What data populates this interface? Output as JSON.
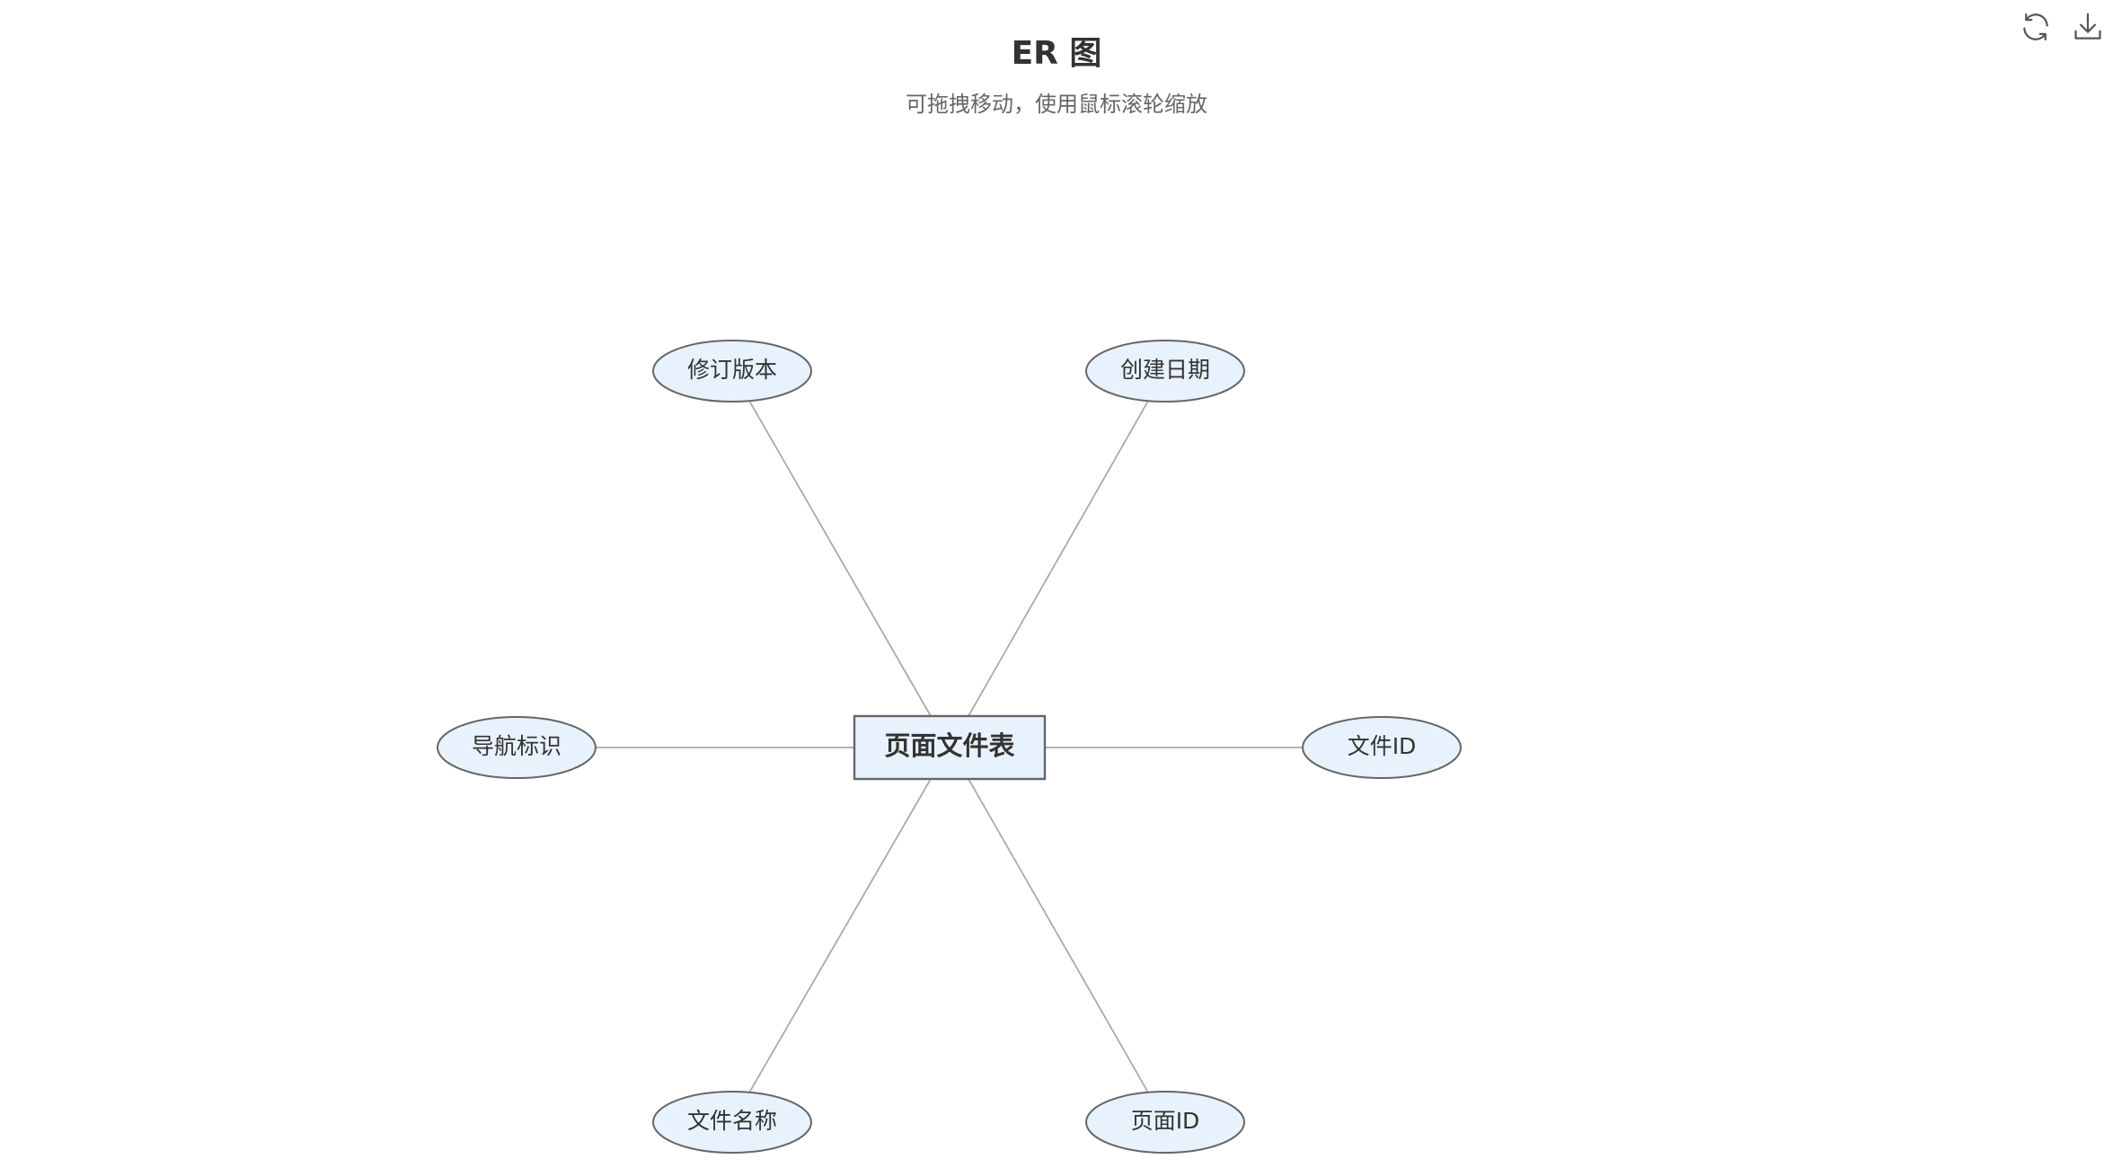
{
  "header": {
    "title": "ER 图",
    "subtitle": "可拖拽移动，使用鼠标滚轮缩放"
  },
  "toolbar": {
    "refresh_icon": "refresh-icon",
    "download_icon": "download-icon"
  },
  "diagram": {
    "entity": {
      "id": "page-file-table",
      "label": "页面文件表"
    },
    "attributes": [
      {
        "id": "revision",
        "label": "修订版本"
      },
      {
        "id": "created-date",
        "label": "创建日期"
      },
      {
        "id": "nav-id",
        "label": "导航标识"
      },
      {
        "id": "file-id",
        "label": "文件ID"
      },
      {
        "id": "file-name",
        "label": "文件名称"
      },
      {
        "id": "page-id",
        "label": "页面ID"
      }
    ],
    "colors": {
      "node_fill": "#e8f2fc",
      "node_stroke": "#666666",
      "edge": "#aaaaaa"
    }
  }
}
